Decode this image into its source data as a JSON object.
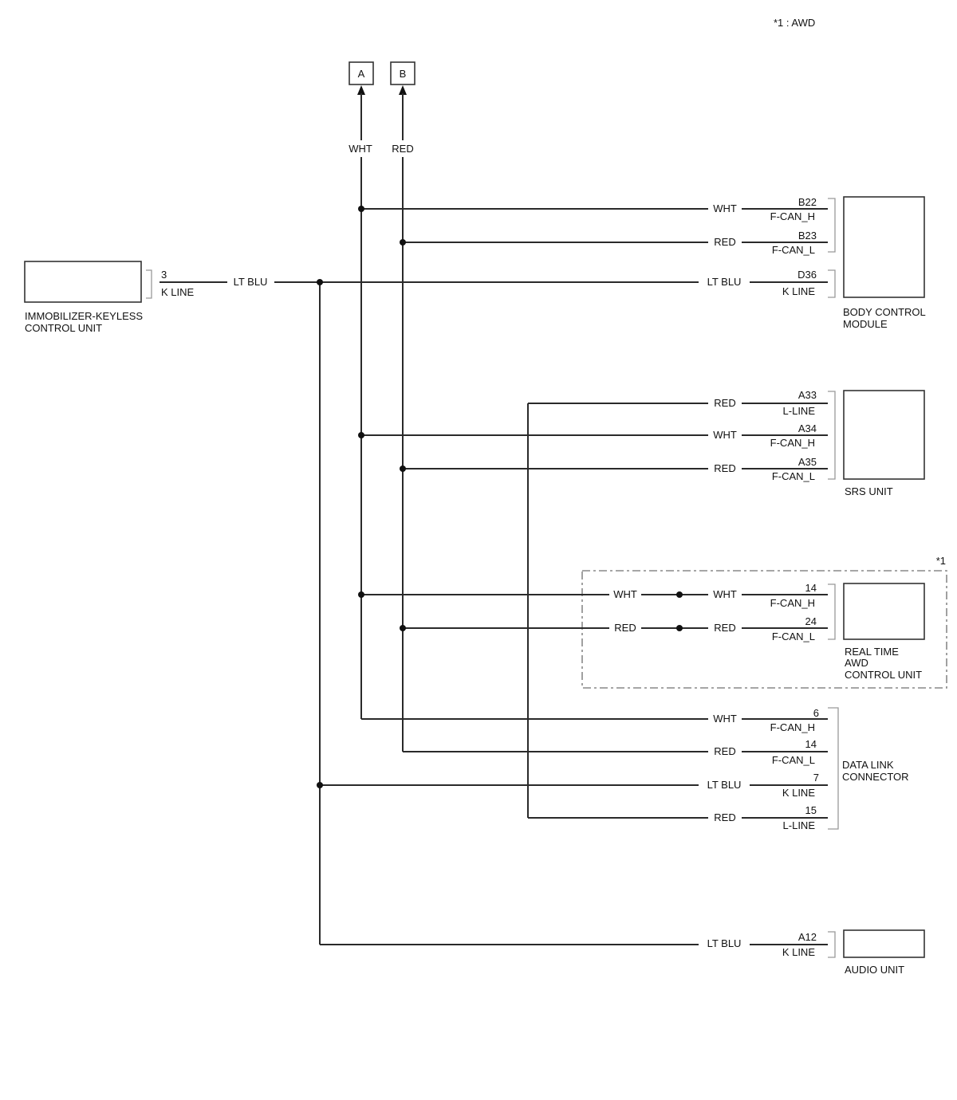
{
  "note": "*1 : AWD",
  "connectors": [
    {
      "id": "A",
      "label": "A",
      "color": "WHT"
    },
    {
      "id": "B",
      "label": "B",
      "color": "RED"
    }
  ],
  "immobilizer": {
    "name_line1": "IMMOBILIZER-KEYLESS",
    "name_line2": "CONTROL UNIT",
    "pin": "3",
    "signal": "K LINE",
    "wire_color": "LT BLU"
  },
  "bcm": {
    "name_line1": "BODY CONTROL",
    "name_line2": "MODULE",
    "rows": [
      {
        "pin": "B22",
        "signal": "F-CAN_H",
        "color": "WHT"
      },
      {
        "pin": "B23",
        "signal": "F-CAN_L",
        "color": "RED"
      },
      {
        "pin": "D36",
        "signal": "K LINE",
        "color": "LT BLU"
      }
    ]
  },
  "srs": {
    "name": "SRS UNIT",
    "rows": [
      {
        "pin": "A33",
        "signal": "L-LINE",
        "color": "RED"
      },
      {
        "pin": "A34",
        "signal": "F-CAN_H",
        "color": "WHT"
      },
      {
        "pin": "A35",
        "signal": "F-CAN_L",
        "color": "RED"
      }
    ]
  },
  "awd": {
    "note_marker": "*1",
    "name_line1": "REAL TIME",
    "name_line2": "AWD",
    "name_line3": "CONTROL UNIT",
    "rows": [
      {
        "pin": "14",
        "signal": "F-CAN_H",
        "color_in": "WHT",
        "color_out": "WHT"
      },
      {
        "pin": "24",
        "signal": "F-CAN_L",
        "color_in": "RED",
        "color_out": "RED"
      }
    ]
  },
  "dlc": {
    "name_line1": "DATA LINK",
    "name_line2": "CONNECTOR",
    "rows": [
      {
        "pin": "6",
        "signal": "F-CAN_H",
        "color": "WHT"
      },
      {
        "pin": "14",
        "signal": "F-CAN_L",
        "color": "RED"
      },
      {
        "pin": "7",
        "signal": "K LINE",
        "color": "LT BLU"
      },
      {
        "pin": "15",
        "signal": "L-LINE",
        "color": "RED"
      }
    ]
  },
  "audio": {
    "name": "AUDIO UNIT",
    "pin": "A12",
    "signal": "K LINE",
    "color": "LT BLU"
  }
}
